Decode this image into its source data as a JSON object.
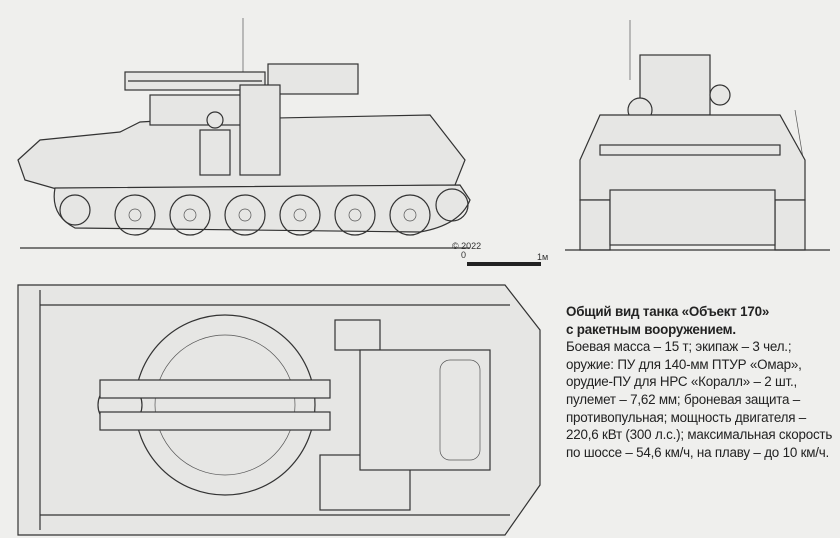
{
  "caption": {
    "title_line1": "Общий вид танка «Объект 170»",
    "title_line2": "с ракетным вооружением.",
    "lines": [
      "Боевая масса – 15 т; экипаж – 3 чел.;",
      "оружие: ПУ для 140-мм ПТУР «Омар»,",
      "орудие-ПУ для НРС «Коралл» – 2 шт.,",
      "пулемет – 7,62 мм; броневая защита –",
      "противопульная; мощность двигателя –",
      "220,6 кВт (300 л.с.); максимальная скорость",
      "по шоссе – 54,6 км/ч, на плаву – до 10 км/ч."
    ]
  },
  "copyright": "© 2022",
  "scale": {
    "start": "0",
    "end": "1м"
  }
}
